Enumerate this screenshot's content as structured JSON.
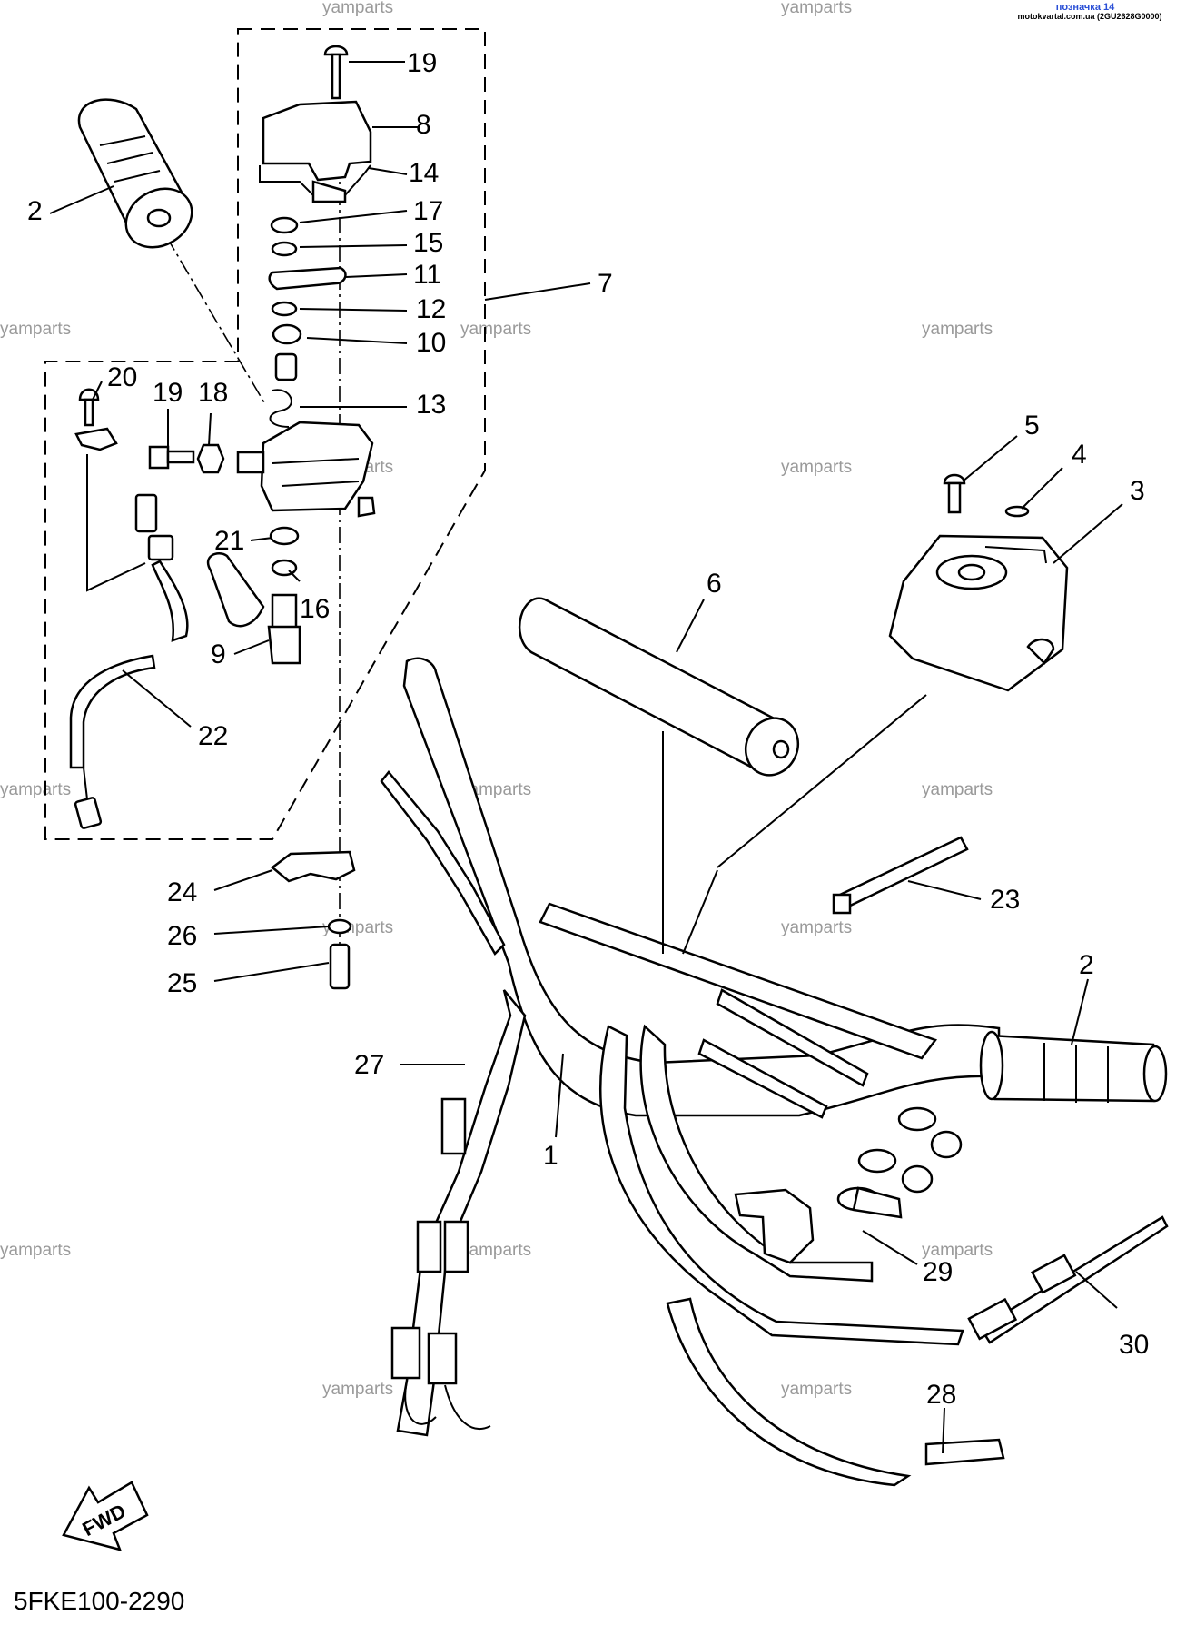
{
  "header": {
    "label": "позначка 14",
    "source": "motokvartal.com.ua (2GU2628G0000)"
  },
  "watermark": "yamparts",
  "diagram_code": "5FKE100-2290",
  "fwd_label": "FWD",
  "callouts": {
    "c19a": "19",
    "c8": "8",
    "c14": "14",
    "c17": "17",
    "c15": "15",
    "c11": "11",
    "c12": "12",
    "c10": "10",
    "c13": "13",
    "c7": "7",
    "c2a": "2",
    "c20": "20",
    "c19b": "19",
    "c18": "18",
    "c21": "21",
    "c16": "16",
    "c9": "9",
    "c22": "22",
    "c5": "5",
    "c4": "4",
    "c3": "3",
    "c6": "6",
    "c23": "23",
    "c24": "24",
    "c26": "26",
    "c25": "25",
    "c27": "27",
    "c1": "1",
    "c2b": "2",
    "c29": "29",
    "c30": "30",
    "c28": "28"
  }
}
